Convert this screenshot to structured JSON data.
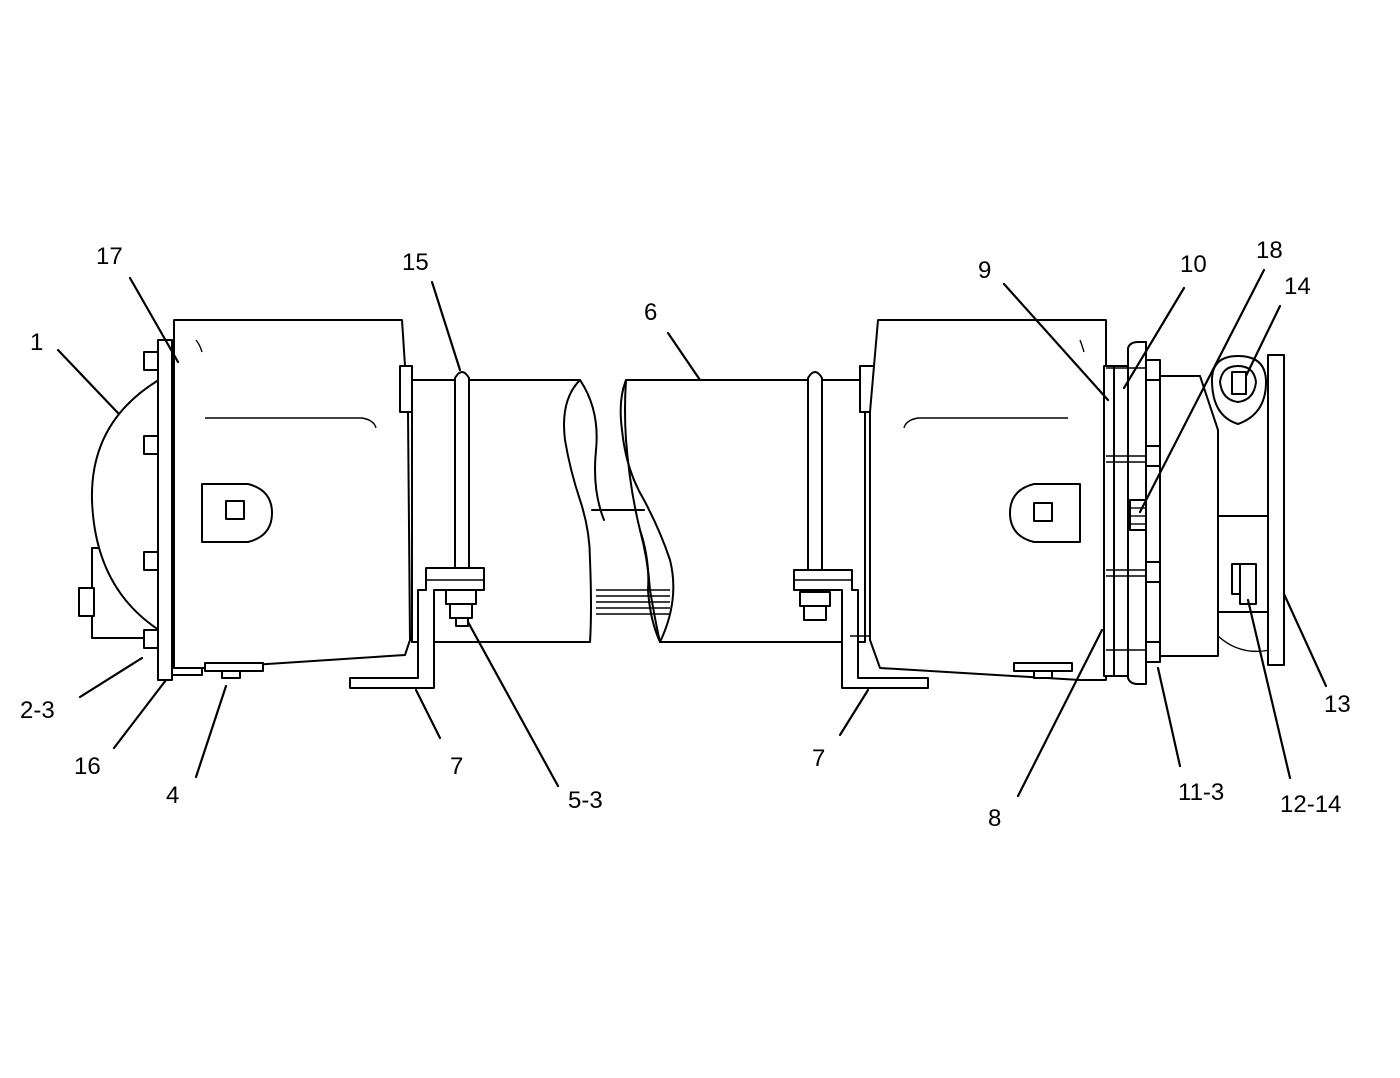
{
  "callouts": {
    "c1": "1",
    "c2_3": "2-3",
    "c4": "4",
    "c5_3": "5-3",
    "c6": "6",
    "c7_left": "7",
    "c7_right": "7",
    "c8": "8",
    "c9": "9",
    "c10": "10",
    "c11_3": "11-3",
    "c12_14": "12-14",
    "c13": "13",
    "c14": "14",
    "c15": "15",
    "c16": "16",
    "c17": "17",
    "c18": "18"
  },
  "colors": {
    "line": "#000000",
    "background": "#ffffff"
  }
}
